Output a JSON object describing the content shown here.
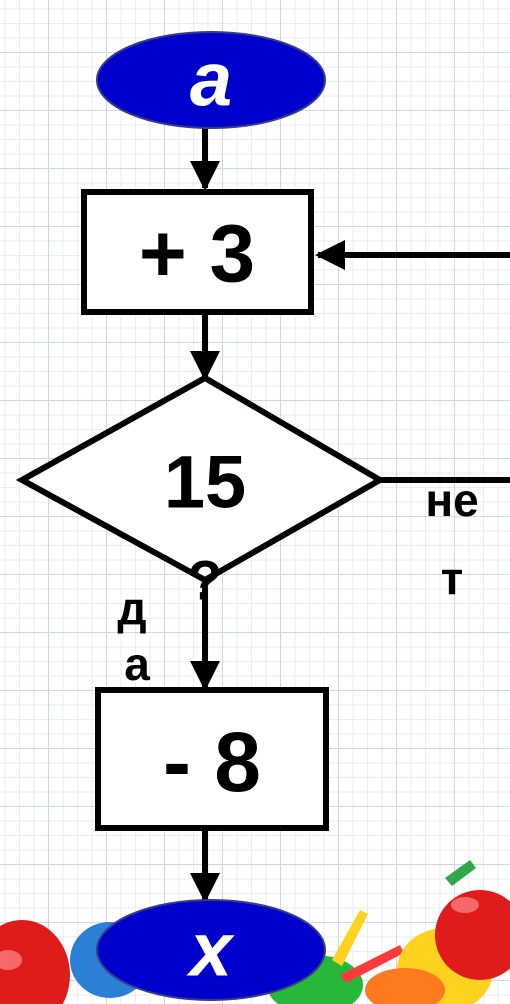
{
  "flowchart": {
    "start": "a",
    "step_add": "+ 3",
    "condition": "15",
    "condition_mark": "?",
    "no_label_top": "не",
    "no_label_bottom": "т",
    "yes_label_top": "д",
    "yes_label_bottom": "а",
    "step_subtract": "- 8",
    "end": "x"
  },
  "colors": {
    "terminal_fill": "#0000cc",
    "terminal_text": "#ffffff",
    "stroke": "#000000",
    "box_fill": "#ffffff",
    "grid_line": "#c9d9ea"
  }
}
